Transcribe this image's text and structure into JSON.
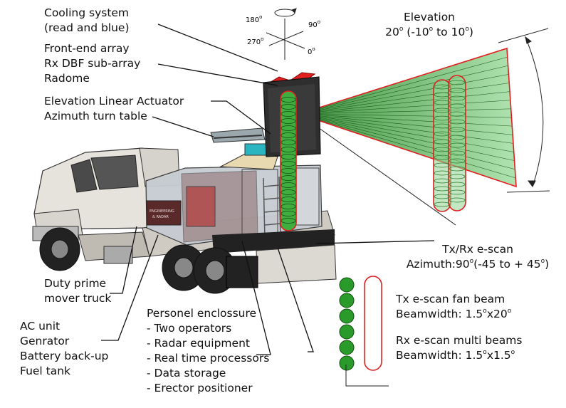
{
  "labels": {
    "cooling": [
      "Cooling system",
      "(read and blue)"
    ],
    "front_end": [
      "Front-end array",
      "Rx DBF sub-array",
      "Radome"
    ],
    "actuator": [
      "Elevation Linear Actuator",
      "Azimuth turn table"
    ],
    "truck": [
      "Duty prime",
      "mover truck"
    ],
    "power": [
      "AC unit",
      "Genrator",
      "Battery back-up",
      "Fuel tank"
    ],
    "enclosure": [
      "Personel enclossure",
      "- Two operators",
      "- Radar equipment",
      "- Real time processors",
      "- Data storage",
      "- Erector positioner"
    ],
    "elevation": {
      "title": "Elevation",
      "value": "20",
      "sup": "o",
      "range_a": " (-10",
      "range_b": " to 10",
      "range_c": ")"
    },
    "scan": {
      "line1": "Tx/Rx e-scan",
      "prefix": "Azimuth:90",
      "a": "(-45 to + 45",
      "b": ")"
    },
    "tx_beam": {
      "line1": "Tx e-scan fan beam",
      "prefix": "Beamwidth: 1.5",
      "mid": "x20"
    },
    "rx_beam": {
      "line1": "Rx e-scan multi beams",
      "prefix": "Beamwidth: 1.5",
      "mid": "x1.5"
    }
  },
  "compass": {
    "deg_180": "180",
    "deg_90": "90",
    "deg_270": "270",
    "deg_0": "0",
    "sup": "o"
  },
  "truck_text": [
    "ENGINEERING",
    "& RADAR"
  ],
  "colors": {
    "beam_green": "#3fae3f",
    "beam_light": "#9ad89a",
    "outline_red": "#e02020",
    "dot_green": "#2a9a2a"
  }
}
